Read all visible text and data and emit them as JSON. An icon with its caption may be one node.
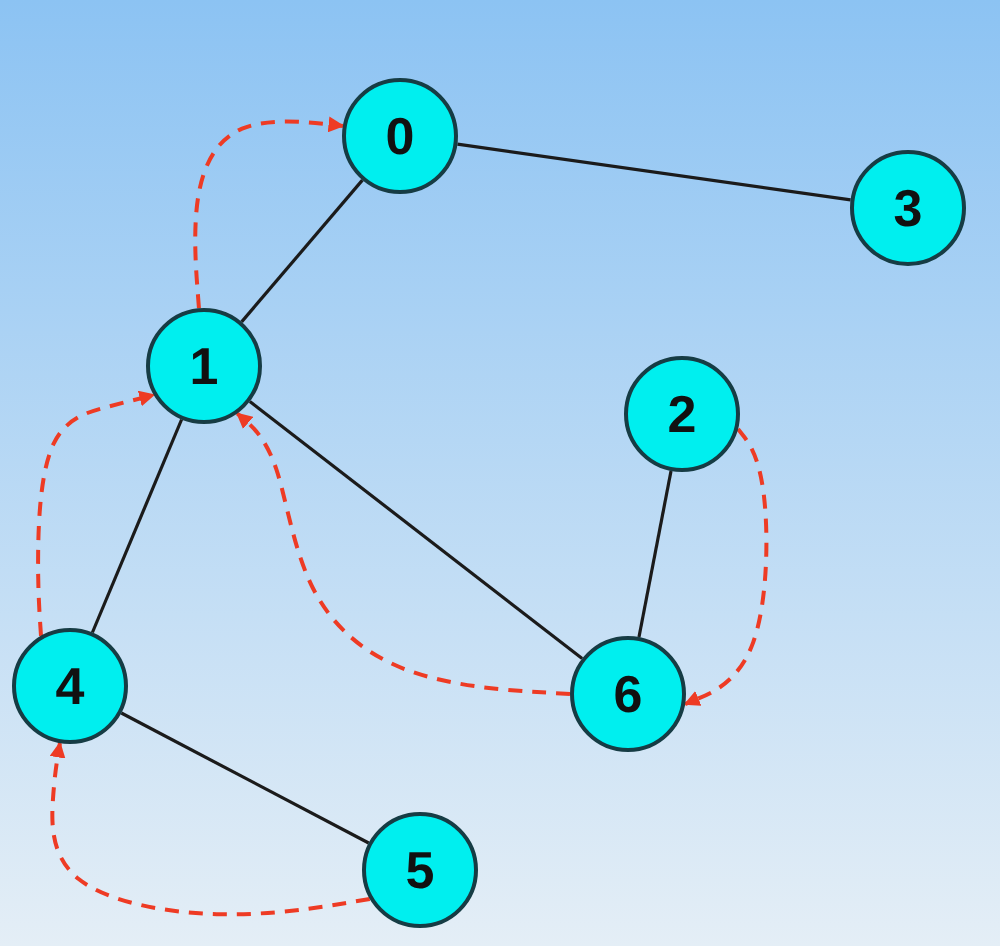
{
  "diagram": {
    "nodes": [
      {
        "text": [
          "0"
        ]
      },
      {
        "text": [
          "1"
        ]
      },
      {
        "text": [
          "2"
        ]
      },
      {
        "text": [
          "3"
        ]
      },
      {
        "text": [
          "4"
        ]
      },
      {
        "text": [
          "5"
        ]
      },
      {
        "text": [
          "6"
        ]
      }
    ],
    "edges": [
      {
        "from": 0,
        "to": 3,
        "arrow": "none"
      },
      {
        "from": 0,
        "to": 1,
        "arrow": "none"
      },
      {
        "from": 1,
        "to": 4,
        "arrow": "none"
      },
      {
        "from": 1,
        "to": 6,
        "arrow": "none"
      },
      {
        "from": 2,
        "to": 6,
        "arrow": "none"
      },
      {
        "from": 4,
        "to": 5,
        "arrow": "none"
      },
      {
        "from": 1,
        "to": 0,
        "arrow": "to",
        "style": "dashed",
        "color": "#ee3b24"
      },
      {
        "from": 4,
        "to": 1,
        "arrow": "to",
        "style": "dashed",
        "color": "#ee3b24"
      },
      {
        "from": 6,
        "to": 1,
        "arrow": "to",
        "style": "dashed",
        "color": "#ee3b24"
      },
      {
        "from": 2,
        "to": 6,
        "arrow": "to",
        "style": "dashed",
        "color": "#ee3b24"
      },
      {
        "from": 5,
        "to": 4,
        "arrow": "to",
        "style": "dashed",
        "color": "#ee3b24"
      }
    ]
  }
}
